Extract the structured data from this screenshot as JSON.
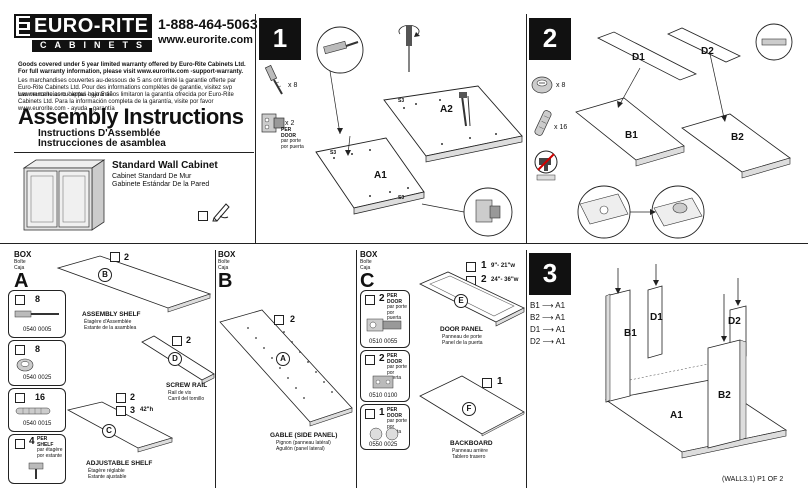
{
  "brand": {
    "name_top": "EURO-RITE",
    "name_bottom": "CABINETS",
    "phone": "1-888-464-5063",
    "website": "www.eurorite.com"
  },
  "warranty": {
    "en": "Goods covered under 5 year limited warranty offered by Euro-Rite Cabinets Ltd.  For full warranty information, please visit www.eurorite.com -support-warranty.",
    "fr": "Les marchandises couvertes au-dessous de 5 ans ont limité la garantie offerte par Euro-Rite Cabinets Ltd. Pour des informations complètes de garantie, visitez svp www.eurorite.com - appui - garantie",
    "es": "Las mercancías cubiertas bajo 5 años limitaron la garantía ofrecida por Euro-Rite Cabinets Ltd.  Para la información completa de la garantía, visite por favor www.eurorite.com - ayuda - garantía"
  },
  "title": {
    "en": "Assembly Instructions",
    "fr": "Instructions D'Assemblée",
    "es": "Instrucciones de asamblea"
  },
  "product": {
    "en": "Standard Wall Cabinet",
    "fr": "Cabinet Standard De Mur",
    "es": "Gabinete Estándar De la Pared"
  },
  "steps": {
    "step1": {
      "number": "1",
      "qty_cam": "x 8",
      "qty_hinge": "x 2",
      "hinge_note_1": "PER",
      "hinge_note_2": "DOOR",
      "hinge_note_3": "par porte",
      "hinge_note_4": "por puerta",
      "panel_a1": "A1",
      "panel_a2": "A2",
      "marker": "S3"
    },
    "step2": {
      "number": "2",
      "qty_cam": "x 8",
      "qty_dowel": "x 16",
      "panel_b1": "B1",
      "panel_b2": "B2",
      "panel_d1": "D1",
      "panel_d2": "D2"
    },
    "step3": {
      "number": "3",
      "mapping": [
        {
          "from": "B1",
          "to": "A1"
        },
        {
          "from": "B2",
          "to": "A1"
        },
        {
          "from": "D1",
          "to": "A1"
        },
        {
          "from": "D2",
          "to": "A1"
        }
      ],
      "panel_b1": "B1",
      "panel_b2": "B2",
      "panel_d1": "D1",
      "panel_d2": "D2",
      "panel_a1": "A1"
    }
  },
  "boxes": {
    "box_a": {
      "word": "BOX",
      "fr": "Boîte",
      "es": "Caja",
      "letter": "A",
      "hardware": [
        {
          "qty": "8",
          "code": "0540 0005"
        },
        {
          "qty": "8",
          "code": "0540 0025"
        },
        {
          "qty": "16",
          "code": "0540 0015"
        },
        {
          "qty": "4",
          "code": "",
          "note_1": "PER",
          "note_2": "SHELF",
          "note_3": "par étagère",
          "note_4": "por estante"
        }
      ],
      "parts": {
        "assembly_shelf": {
          "letter": "B",
          "qty": "2",
          "en": "ASSEMBLY SHELF",
          "fr": "Étagère d'Assemblée",
          "es": "Estante de la asamblea"
        },
        "screw_rail": {
          "letter": "D",
          "qty": "2",
          "en": "SCREW RAIL",
          "fr": "Rail de vis",
          "es": "Carril del tornillo"
        },
        "adjustable_shelf": {
          "letter": "C",
          "qty_1": "2",
          "qty_2": "3",
          "size_2": "42\"h",
          "en": "ADJUSTABLE SHELF",
          "fr": "Étagère réglable",
          "es": "Estante ajustable"
        }
      }
    },
    "box_b": {
      "word": "BOX",
      "fr": "Boîte",
      "es": "Caja",
      "letter": "B",
      "parts": {
        "gable": {
          "letter": "A",
          "qty": "2",
          "en": "GABLE (SIDE PANEL)",
          "fr": "Pignon (panneau latéral)",
          "es": "Aguilón (panel lateral)"
        }
      }
    },
    "box_c": {
      "word": "BOX",
      "fr": "Boîte",
      "es": "Caja",
      "letter": "C",
      "door_qty_1": "1",
      "door_size_1": "9\"- 21\"w",
      "door_qty_2": "2",
      "door_size_2": "24\"- 36\"w",
      "hardware": [
        {
          "qty": "2",
          "note_1": "PER",
          "note_2": "DOOR",
          "note_3": "par porte",
          "note_4": "por puerta",
          "code": "0510 0055"
        },
        {
          "qty": "2",
          "note_1": "PER",
          "note_2": "DOOR",
          "note_3": "par porte",
          "note_4": "por puerta",
          "code": "0510 0100"
        },
        {
          "qty": "1",
          "note_1": "PER",
          "note_2": "DOOR",
          "note_3": "par porte",
          "note_4": "por puerta",
          "code": "0550 0025"
        }
      ],
      "parts": {
        "door_panel": {
          "letter": "E",
          "en": "DOOR PANEL",
          "fr": "Panneau de porte",
          "es": "Panel de la puerta"
        },
        "backboard": {
          "letter": "F",
          "qty": "1",
          "en": "BACKBOARD",
          "fr": "Panneau arrière",
          "es": "Tablero trasero"
        }
      }
    }
  },
  "footer": {
    "page_ref": "(WALL3.1) P1 OF 2"
  }
}
